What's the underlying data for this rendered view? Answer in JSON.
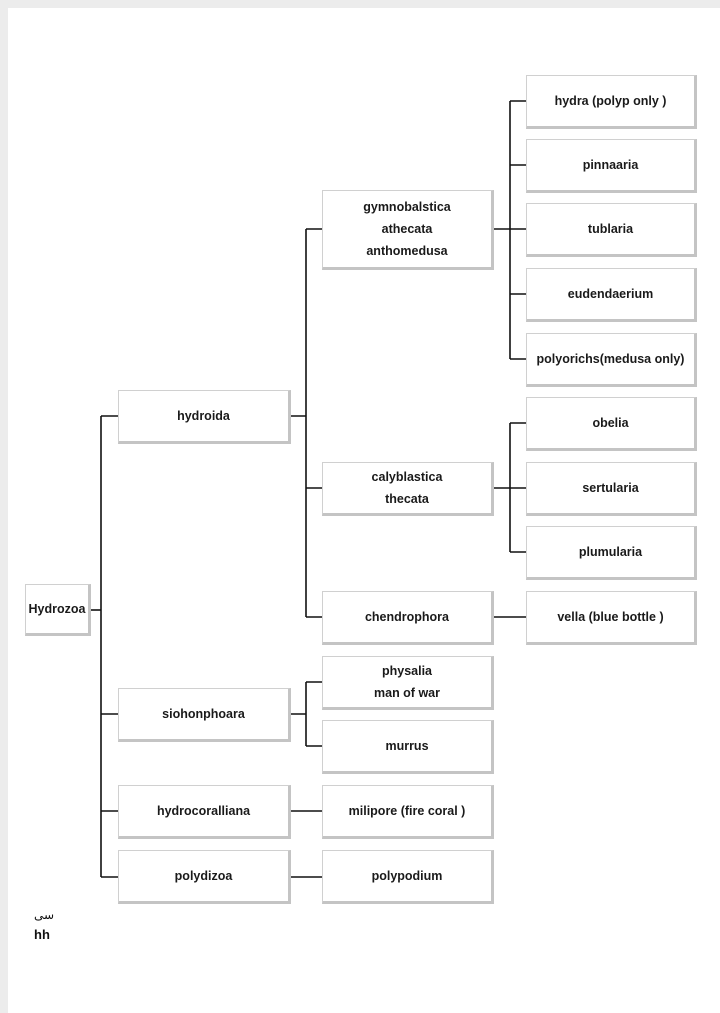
{
  "diagram": {
    "root": "Hydrozoa",
    "orders": {
      "hydroida": "hydroida",
      "siphonophora": "siohonphoara",
      "hydrocoralliana": "hydrocoralliana",
      "polydizoa": "polydizoa"
    },
    "suborders": {
      "gymno": [
        "gymnobalstica",
        "athecata",
        "anthomedusa"
      ],
      "calyb": [
        "calyblastica",
        "thecata"
      ],
      "chondro": "chendrophora"
    },
    "genera": {
      "hydra": "hydra (polyp only )",
      "pinnaaria": "pinnaaria",
      "tublaria": "tublaria",
      "eudendaerium": "eudendaerium",
      "polyorichs": "polyorichs(medusa only)",
      "obelia": "obelia",
      "sertularia": "sertularia",
      "plumularia": "plumularia",
      "vella": "vella (blue bottle )",
      "physalia": [
        "physalia",
        "man of war"
      ],
      "murrus": "murrus",
      "milipore": "milipore (fire coral )",
      "polypodium": "polypodium"
    }
  },
  "footer": {
    "line1": "سی",
    "line2": "hh"
  }
}
